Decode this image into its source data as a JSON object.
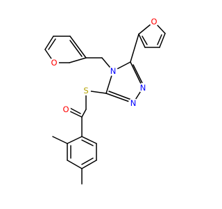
{
  "diagram": {
    "type": "chemical-structure",
    "colors": {
      "bond": "#000000",
      "carbon": "#000000",
      "oxygen": "#ff0000",
      "nitrogen": "#0000ff",
      "sulfur": "#b3a200"
    },
    "atom_labels": {
      "o_furan_right": "O",
      "o_furan_left": "O",
      "n_ring": "N",
      "n_triazole_1": "N",
      "n_triazole_2": "N",
      "s_thioether": "S",
      "o_carbonyl": "O"
    }
  }
}
